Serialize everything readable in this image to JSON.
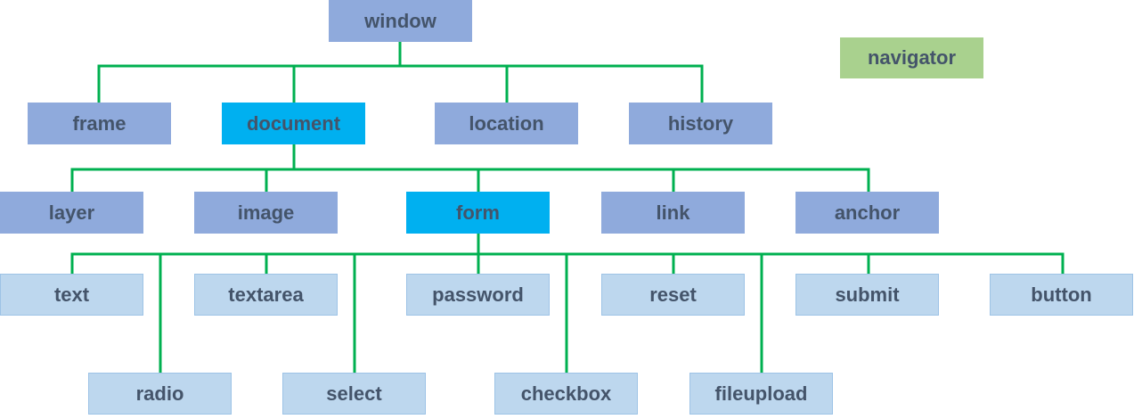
{
  "colors": {
    "object": "#8faadc",
    "highlight": "#00b0f0",
    "element": "#bdd7ee",
    "standalone": "#a9d18e",
    "connector": "#00b050",
    "text": "#44546a"
  },
  "nodes": {
    "window": {
      "label": "window",
      "color": "#8faadc"
    },
    "navigator": {
      "label": "navigator",
      "color": "#a9d18e"
    },
    "frame": {
      "label": "frame",
      "color": "#8faadc"
    },
    "document": {
      "label": "document",
      "color": "#00b0f0"
    },
    "location": {
      "label": "location",
      "color": "#8faadc"
    },
    "history": {
      "label": "history",
      "color": "#8faadc"
    },
    "layer": {
      "label": "layer",
      "color": "#8faadc"
    },
    "image": {
      "label": "image",
      "color": "#8faadc"
    },
    "form": {
      "label": "form",
      "color": "#00b0f0"
    },
    "link": {
      "label": "link",
      "color": "#8faadc"
    },
    "anchor": {
      "label": "anchor",
      "color": "#8faadc"
    },
    "text": {
      "label": "text",
      "color": "#bdd7ee"
    },
    "textarea": {
      "label": "textarea",
      "color": "#bdd7ee"
    },
    "password": {
      "label": "password",
      "color": "#bdd7ee"
    },
    "reset": {
      "label": "reset",
      "color": "#bdd7ee"
    },
    "submit": {
      "label": "submit",
      "color": "#bdd7ee"
    },
    "button": {
      "label": "button",
      "color": "#bdd7ee"
    },
    "radio": {
      "label": "radio",
      "color": "#bdd7ee"
    },
    "select": {
      "label": "select",
      "color": "#bdd7ee"
    },
    "checkbox": {
      "label": "checkbox",
      "color": "#bdd7ee"
    },
    "fileupload": {
      "label": "fileupload",
      "color": "#bdd7ee"
    }
  },
  "edges": [
    [
      "window",
      "frame"
    ],
    [
      "window",
      "document"
    ],
    [
      "window",
      "location"
    ],
    [
      "window",
      "history"
    ],
    [
      "document",
      "layer"
    ],
    [
      "document",
      "image"
    ],
    [
      "document",
      "form"
    ],
    [
      "document",
      "link"
    ],
    [
      "document",
      "anchor"
    ],
    [
      "form",
      "text"
    ],
    [
      "form",
      "radio"
    ],
    [
      "form",
      "textarea"
    ],
    [
      "form",
      "select"
    ],
    [
      "form",
      "password"
    ],
    [
      "form",
      "checkbox"
    ],
    [
      "form",
      "reset"
    ],
    [
      "form",
      "fileupload"
    ],
    [
      "form",
      "submit"
    ],
    [
      "form",
      "button"
    ]
  ]
}
